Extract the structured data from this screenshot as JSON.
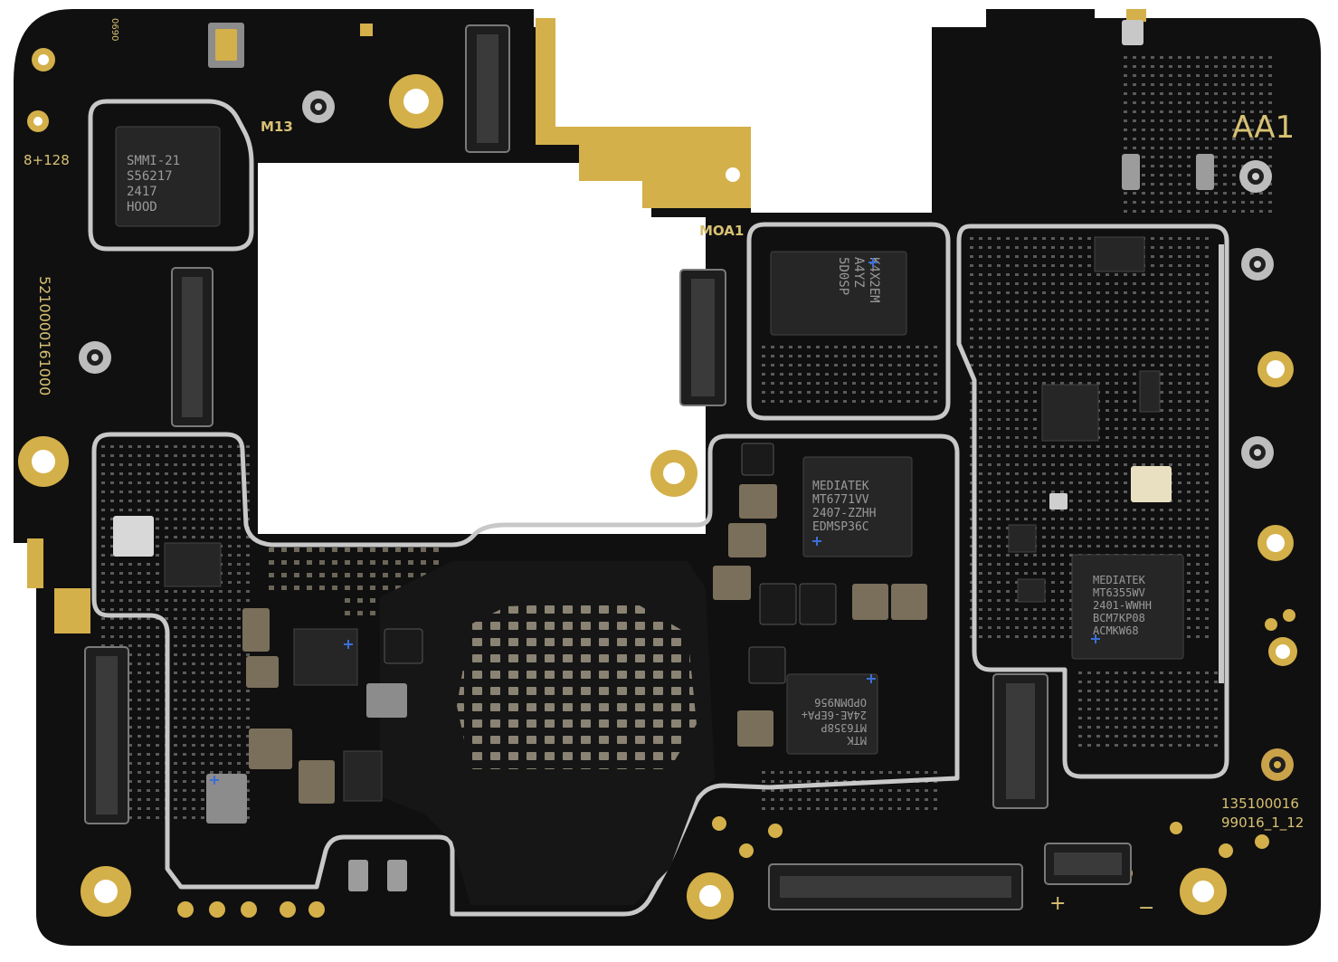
{
  "board": {
    "silk": {
      "ram_label": "8+128",
      "m13": "M13",
      "moa1": "MOA1",
      "aa1": "AA1",
      "vertical_code": "5210000161000",
      "serial_1": "135100016",
      "serial_2": "99016_1_12",
      "plus": "+",
      "minus": "−",
      "small_code": "0690"
    },
    "chips": {
      "smmi": {
        "line1": "SMMI-21",
        "line2": "S56217",
        "line3": "2417",
        "line4": "HOOD"
      },
      "mt6771": {
        "line1": "MEDIATEK",
        "line2": "MT6771VV",
        "line3": "2407-ZZHH",
        "line4": "EDMSP36C"
      },
      "mt6355": {
        "line1": "MEDIATEK",
        "line2": "MT6355WV",
        "line3": "2401-WWHH",
        "line4": "BCM7KP08",
        "line5": "ACMKW68"
      },
      "mtk": {
        "line1": "MTK",
        "line2": "MT6358P",
        "line3": "24AE-6EPA+",
        "line4": "OPDMN956"
      },
      "memory": {
        "line1": "K4X2EM",
        "line2": "A4YZ",
        "line3": "5D0SP"
      }
    },
    "colors": {
      "pcb": "#101010",
      "gold": "#d4b04a",
      "silkscreen": "#d8c173",
      "shield": "#c8c8c8",
      "background": "#ffffff"
    }
  }
}
